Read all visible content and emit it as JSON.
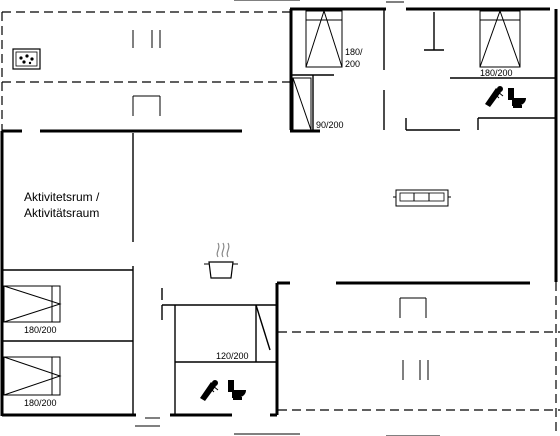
{
  "rooms": {
    "activity_line1": "Aktivitetsrum /",
    "activity_line2": "Aktivitätsraum"
  },
  "beds": {
    "top_left_a": "180/",
    "top_left_b": "200",
    "top_right": "180/200",
    "single_top": "90/200",
    "left_upper": "180/200",
    "left_lower": "180/200",
    "center_single": "120/200"
  }
}
